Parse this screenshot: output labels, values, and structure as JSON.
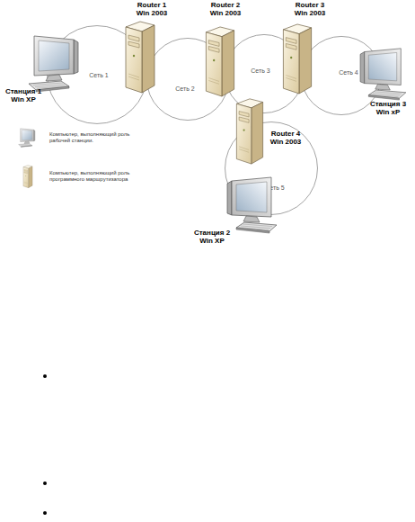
{
  "diagram": {
    "nodes": [
      {
        "text": [
          "Станция 1 Win XP"
        ]
      },
      {
        "text": [
          "Сеть 1"
        ]
      },
      {
        "text": [
          "Router 1 Win 2003"
        ]
      },
      {
        "text": [
          "Сеть 2"
        ]
      },
      {
        "text": [
          "Router 2 Win 2003"
        ]
      },
      {
        "text": [
          "Сеть 3"
        ]
      },
      {
        "text": [
          "Router 3 Win 2003"
        ]
      },
      {
        "text": [
          "Сеть 4"
        ]
      },
      {
        "text": [
          "Станция 3 Win xP"
        ]
      },
      {
        "text": [
          "Router 4 Win 2003"
        ]
      },
      {
        "text": [
          "Сеть 5"
        ]
      },
      {
        "text": [
          "Станция 2 Win XP"
        ]
      }
    ],
    "legend": [
      {
        "text": "Компьютер, выполняющий роль рабочей станции."
      },
      {
        "text": "Компьютер, выполняющий роль программного маршрутизатора"
      }
    ]
  }
}
